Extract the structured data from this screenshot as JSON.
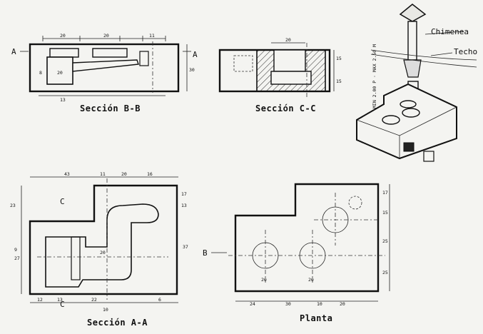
{
  "views": {
    "section_bb": {
      "caption": "Sección B-B",
      "cut_mark_left": "A",
      "cut_mark_right": "A",
      "dims": [
        "20",
        "20",
        "11",
        "20",
        "8",
        "30",
        "13"
      ]
    },
    "section_cc": {
      "caption": "Sección C-C",
      "dims": [
        "20",
        "15",
        "15"
      ]
    },
    "section_aa": {
      "caption": "Sección A-A",
      "cut_mark_top": "C",
      "cut_mark_bottom": "C",
      "dims": [
        "43",
        "11",
        "20",
        "16",
        "23",
        "13",
        "17",
        "9",
        "27",
        "20",
        "37",
        "12",
        "13",
        "22",
        "10",
        "6"
      ]
    },
    "planta": {
      "caption": "Planta",
      "cut_mark": "B",
      "dims": [
        "20",
        "20",
        "17",
        "15",
        "25",
        "25",
        "24",
        "30",
        "10",
        "20"
      ]
    },
    "isometric": {
      "label_chimenea": "Chimenea",
      "label_techo": "Techo",
      "side_text": "MIN 2.00 P · MAX 2.50 M"
    }
  }
}
